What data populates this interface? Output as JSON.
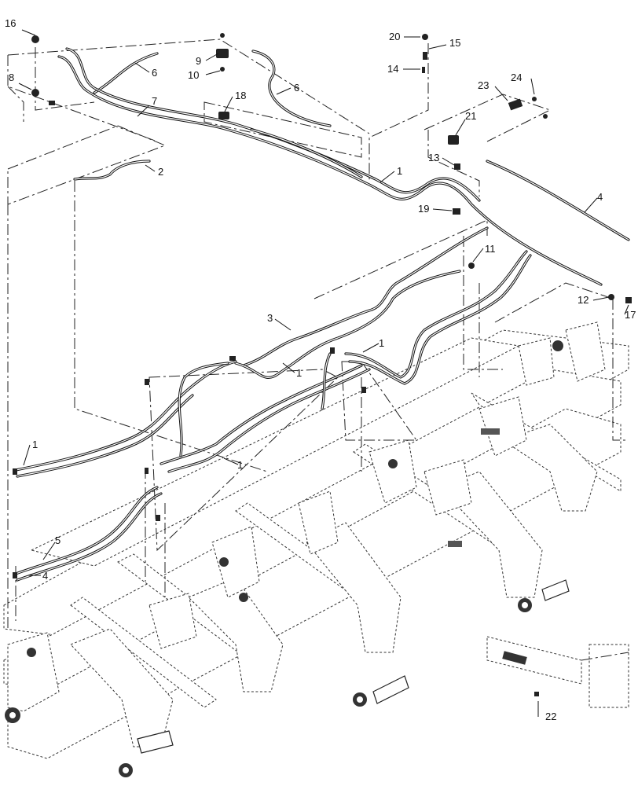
{
  "callouts": [
    "16",
    "8",
    "9",
    "10",
    "6",
    "7",
    "18",
    "20",
    "15",
    "14",
    "6",
    "23",
    "24",
    "21",
    "13",
    "2",
    "1",
    "19",
    "4",
    "11",
    "12",
    "17",
    "3",
    "1",
    "1",
    "1",
    "1",
    "5",
    "4",
    "22"
  ]
}
